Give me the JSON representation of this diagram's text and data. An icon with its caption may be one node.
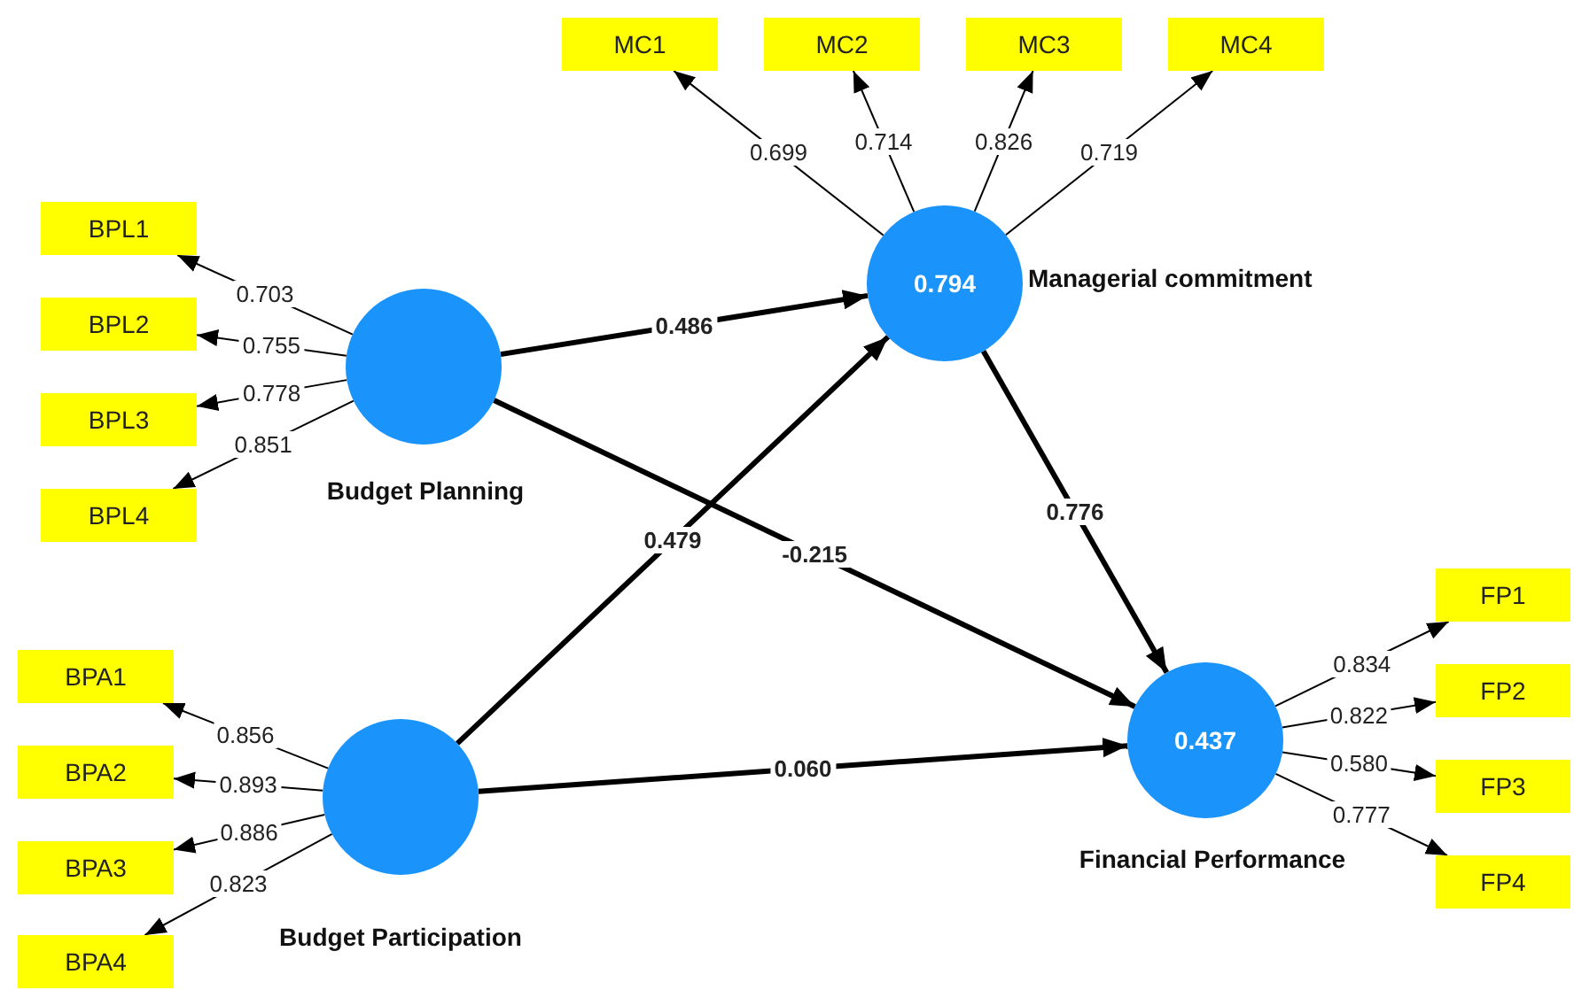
{
  "diagram": {
    "nodes": [
      {
        "text": [
          "MC1"
        ]
      },
      {
        "text": [
          "MC2"
        ]
      },
      {
        "text": [
          "MC3"
        ]
      },
      {
        "text": [
          "MC4"
        ]
      },
      {
        "text": [
          "BPL1"
        ]
      },
      {
        "text": [
          "BPL2"
        ]
      },
      {
        "text": [
          "BPL3"
        ]
      },
      {
        "text": [
          "BPL4"
        ]
      },
      {
        "text": [],
        "shape": "circle",
        "beside": [
          "Budget Planning"
        ]
      },
      {
        "text": [
          "0.794"
        ],
        "beside": [
          "Managerial commitment"
        ]
      },
      {
        "text": [
          "BPA1"
        ]
      },
      {
        "text": [
          "BPA2"
        ]
      },
      {
        "text": [
          "BPA3"
        ]
      },
      {
        "text": [
          "BPA4"
        ]
      },
      {
        "text": [],
        "shape": "circle",
        "beside": [
          "Budget Participation"
        ]
      },
      {
        "text": [
          "0.437"
        ],
        "beside": [
          "Financial Performance"
        ]
      },
      {
        "text": [
          "FP1"
        ]
      },
      {
        "text": [
          "FP2"
        ]
      },
      {
        "text": [
          "FP3"
        ]
      },
      {
        "text": [
          "FP4"
        ]
      }
    ],
    "edges": [
      {
        "from": 9,
        "to": 0,
        "arrow": "to",
        "label": "0.699"
      },
      {
        "from": 9,
        "to": 1,
        "arrow": "to",
        "label": "0.714"
      },
      {
        "from": 9,
        "to": 2,
        "arrow": "to",
        "label": "0.826"
      },
      {
        "from": 9,
        "to": 3,
        "arrow": "to",
        "label": "0.719"
      },
      {
        "from": 8,
        "to": 4,
        "arrow": "to",
        "label": "0.703"
      },
      {
        "from": 8,
        "to": 5,
        "arrow": "to",
        "label": "0.755"
      },
      {
        "from": 8,
        "to": 6,
        "arrow": "to",
        "label": "0.778"
      },
      {
        "from": 8,
        "to": 7,
        "arrow": "to",
        "label": "0.851"
      },
      {
        "from": 8,
        "to": 9,
        "arrow": "to",
        "label": "0.486",
        "style": "thick"
      },
      {
        "from": 8,
        "to": 15,
        "arrow": "to",
        "label": "-0.215",
        "style": "thick"
      },
      {
        "from": 14,
        "to": 9,
        "arrow": "to",
        "label": "0.479",
        "style": "thick"
      },
      {
        "from": 9,
        "to": 15,
        "arrow": "to",
        "label": "0.776",
        "style": "thick"
      },
      {
        "from": 14,
        "to": 10,
        "arrow": "to",
        "label": "0.856"
      },
      {
        "from": 14,
        "to": 11,
        "arrow": "to",
        "label": "0.893"
      },
      {
        "from": 14,
        "to": 12,
        "arrow": "to",
        "label": "0.886"
      },
      {
        "from": 14,
        "to": 13,
        "arrow": "to",
        "label": "0.823"
      },
      {
        "from": 14,
        "to": 15,
        "arrow": "to",
        "label": "0.060",
        "style": "thick"
      },
      {
        "from": 15,
        "to": 16,
        "arrow": "to",
        "label": "0.834"
      },
      {
        "from": 15,
        "to": 17,
        "arrow": "to",
        "label": "0.822"
      },
      {
        "from": 15,
        "to": 18,
        "arrow": "to",
        "label": "0.580"
      },
      {
        "from": 15,
        "to": 19,
        "arrow": "to",
        "label": "0.777"
      }
    ]
  }
}
